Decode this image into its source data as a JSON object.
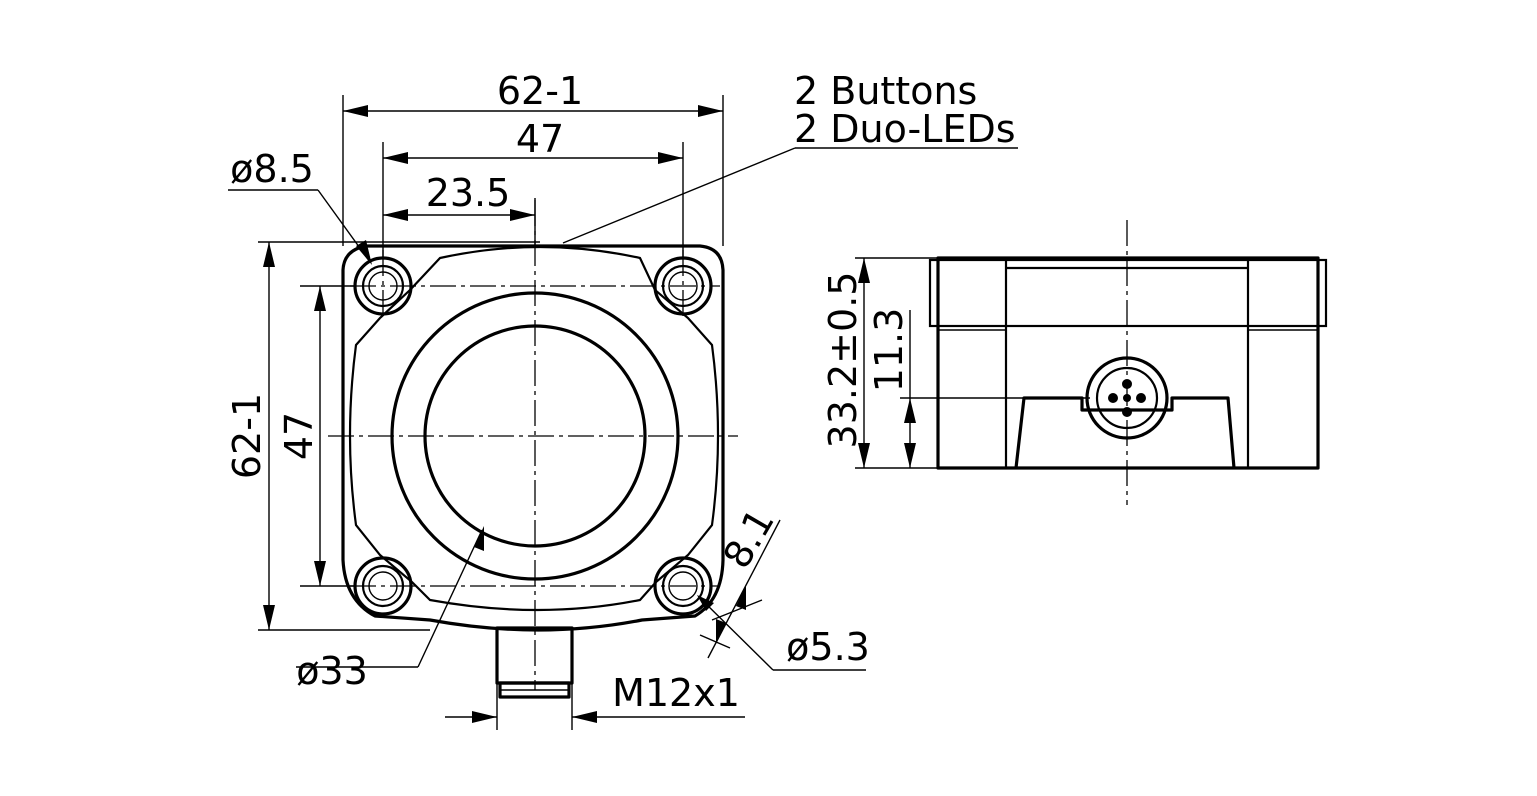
{
  "front_view": {
    "width_overall": "62-1",
    "hole_pitch_x": "47",
    "half_pitch_x": "23.5",
    "height_overall": "62-1",
    "hole_pitch_y": "47",
    "counterbore_dia": "ø8.5",
    "hole_dia": "ø5.3",
    "window_dia": "ø33",
    "corner_offset": "8.1",
    "connector_thread": "M12x1"
  },
  "callout": {
    "line1": "2 Buttons",
    "line2": "2 Duo-LEDs"
  },
  "side_view": {
    "height_overall": "33.2±0.5",
    "connector_height": "11.3"
  }
}
